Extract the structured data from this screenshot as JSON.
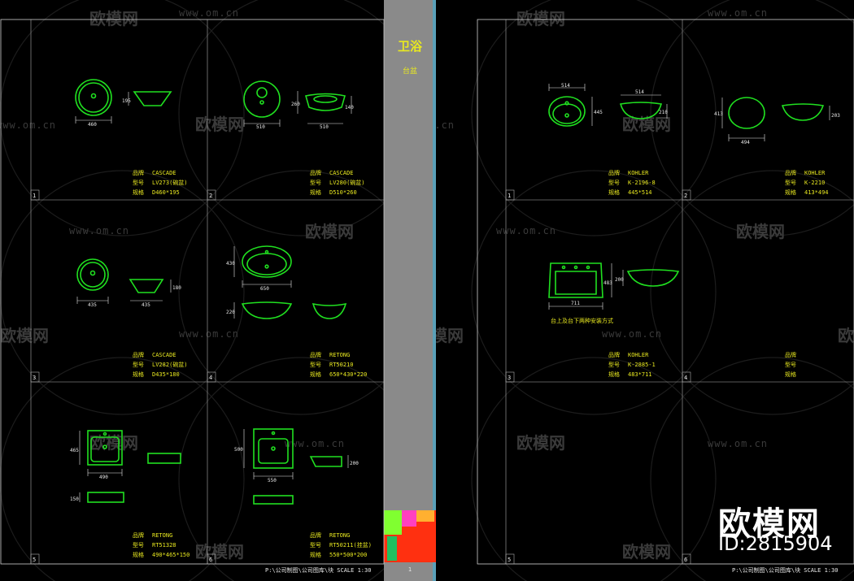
{
  "center_panel": {
    "title": "卫浴",
    "subtitle": "台盆",
    "page_no": "1"
  },
  "watermark": {
    "brand": "欧模网",
    "url": "www.om.cn"
  },
  "corner_brand": {
    "name": "欧模网",
    "id": "ID:2815904"
  },
  "footer": {
    "left": "P:\\公司制图\\公司图库\\块   SCALE   1:30",
    "right": "P:\\公司制图\\公司图库\\块   SCALE   1:30"
  },
  "left_sheet": {
    "cells": [
      {
        "no": "1",
        "brand_label": "品牌",
        "brand": "CASCADE",
        "model_label": "型号",
        "model": "LV273(碗盆)",
        "spec_label": "规格",
        "spec": "D460*195",
        "dims": [
          "460",
          "195"
        ]
      },
      {
        "no": "2",
        "brand_label": "品牌",
        "brand": "CASCADE",
        "model_label": "型号",
        "model": "LV280(碗盆)",
        "spec_label": "规格",
        "spec": "D510*260",
        "dims": [
          "510",
          "260",
          "510",
          "140"
        ]
      },
      {
        "no": "3",
        "brand_label": "品牌",
        "brand": "CASCADE",
        "model_label": "型号",
        "model": "LV282(碗盆)",
        "spec_label": "规格",
        "spec": "D435*180",
        "dims": [
          "435",
          "435",
          "180"
        ]
      },
      {
        "no": "4",
        "brand_label": "品牌",
        "brand": "RETONG",
        "model_label": "型号",
        "model": "RT50210",
        "spec_label": "规格",
        "spec": "650*430*220",
        "dims": [
          "430",
          "650",
          "220"
        ]
      },
      {
        "no": "5",
        "brand_label": "品牌",
        "brand": "RETONG",
        "model_label": "型号",
        "model": "RT51328",
        "spec_label": "规格",
        "spec": "490*465*150",
        "dims": [
          "465",
          "490",
          "150"
        ]
      },
      {
        "no": "6",
        "brand_label": "品牌",
        "brand": "RETONG",
        "model_label": "型号",
        "model": "RT50211(挂盆)",
        "spec_label": "规格",
        "spec": "550*500*200",
        "dims": [
          "500",
          "550",
          "200"
        ]
      }
    ]
  },
  "right_sheet": {
    "cells": [
      {
        "no": "1",
        "brand_label": "品牌",
        "brand": "KOHLER",
        "model_label": "型号",
        "model": "K-2196-8",
        "spec_label": "规格",
        "spec": "445*514",
        "dims": [
          "514",
          "445",
          "514",
          "210"
        ]
      },
      {
        "no": "2",
        "brand_label": "品牌",
        "brand": "KOHLER",
        "model_label": "型号",
        "model": "K-2210",
        "spec_label": "规格",
        "spec": "413*494",
        "dims": [
          "413",
          "494",
          "203"
        ]
      },
      {
        "no": "3",
        "brand_label": "品牌",
        "brand": "KOHLER",
        "model_label": "型号",
        "model": "K-2885-1",
        "spec_label": "规格",
        "spec": "483*711",
        "dims": [
          "483",
          "711",
          "200"
        ],
        "note": "台上及台下两种安装方式"
      },
      {
        "no": "4",
        "brand_label": "品牌",
        "brand": "",
        "model_label": "型号",
        "model": "",
        "spec_label": "规格",
        "spec": "",
        "dims": []
      },
      {
        "no": "5"
      },
      {
        "no": "6"
      }
    ]
  },
  "colors": {
    "outline": "#20e020",
    "label": "#e8e820",
    "frame": "#d0d0d0",
    "center_panel": "#8a8a8a",
    "background": "#000000"
  }
}
